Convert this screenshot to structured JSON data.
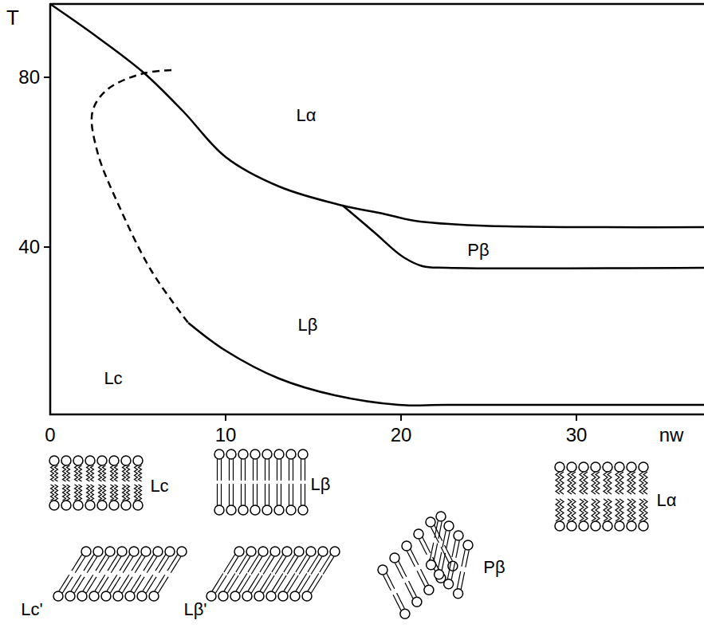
{
  "diagram": {
    "labels": [
      "T",
      "80",
      "40",
      "0",
      "10",
      "20",
      "30",
      "nw",
      "Lα",
      "Pβ",
      "Lβ",
      "Lc",
      "Lc",
      "Lβ",
      "Pβ",
      "Lα",
      "Lc'",
      "Lβ'"
    ]
  }
}
